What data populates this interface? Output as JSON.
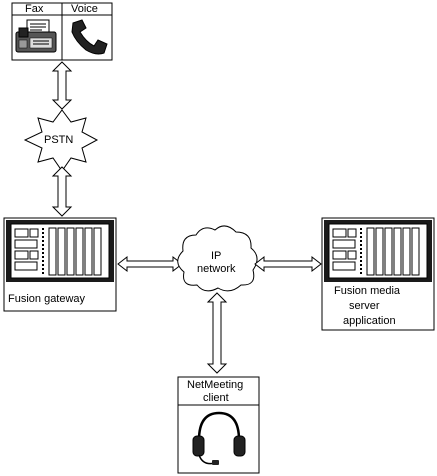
{
  "devices": {
    "fax": {
      "label": "Fax",
      "icon": "fax-machine-icon"
    },
    "voice": {
      "label": "Voice",
      "icon": "telephone-handset-icon"
    }
  },
  "networks": {
    "pstn": {
      "label": "PSTN"
    },
    "ip": {
      "label_line1": "IP",
      "label_line2": "network"
    }
  },
  "servers": {
    "gateway": {
      "label": "Fusion gateway"
    },
    "media": {
      "line1": "Fusion media",
      "line2": "server",
      "line3": "application"
    }
  },
  "client": {
    "line1": "NetMeeting",
    "line2": "client",
    "icon": "headset-icon"
  }
}
